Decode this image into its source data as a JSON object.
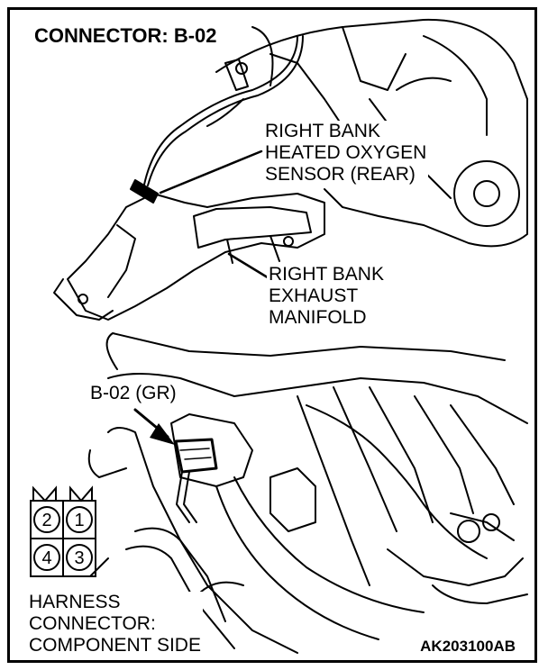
{
  "title": "CONNECTOR: B-02",
  "callouts": {
    "sensor": [
      "RIGHT BANK",
      "HEATED OXYGEN",
      "SENSOR (REAR)"
    ],
    "manifold": [
      "RIGHT BANK",
      "EXHAUST",
      "MANIFOLD"
    ],
    "connector": "B-02 (GR)"
  },
  "pinout": {
    "pins": [
      "2",
      "1",
      "4",
      "3"
    ],
    "caption": [
      "HARNESS",
      "CONNECTOR:",
      "COMPONENT SIDE"
    ]
  },
  "figure_code": "AK203100AB"
}
